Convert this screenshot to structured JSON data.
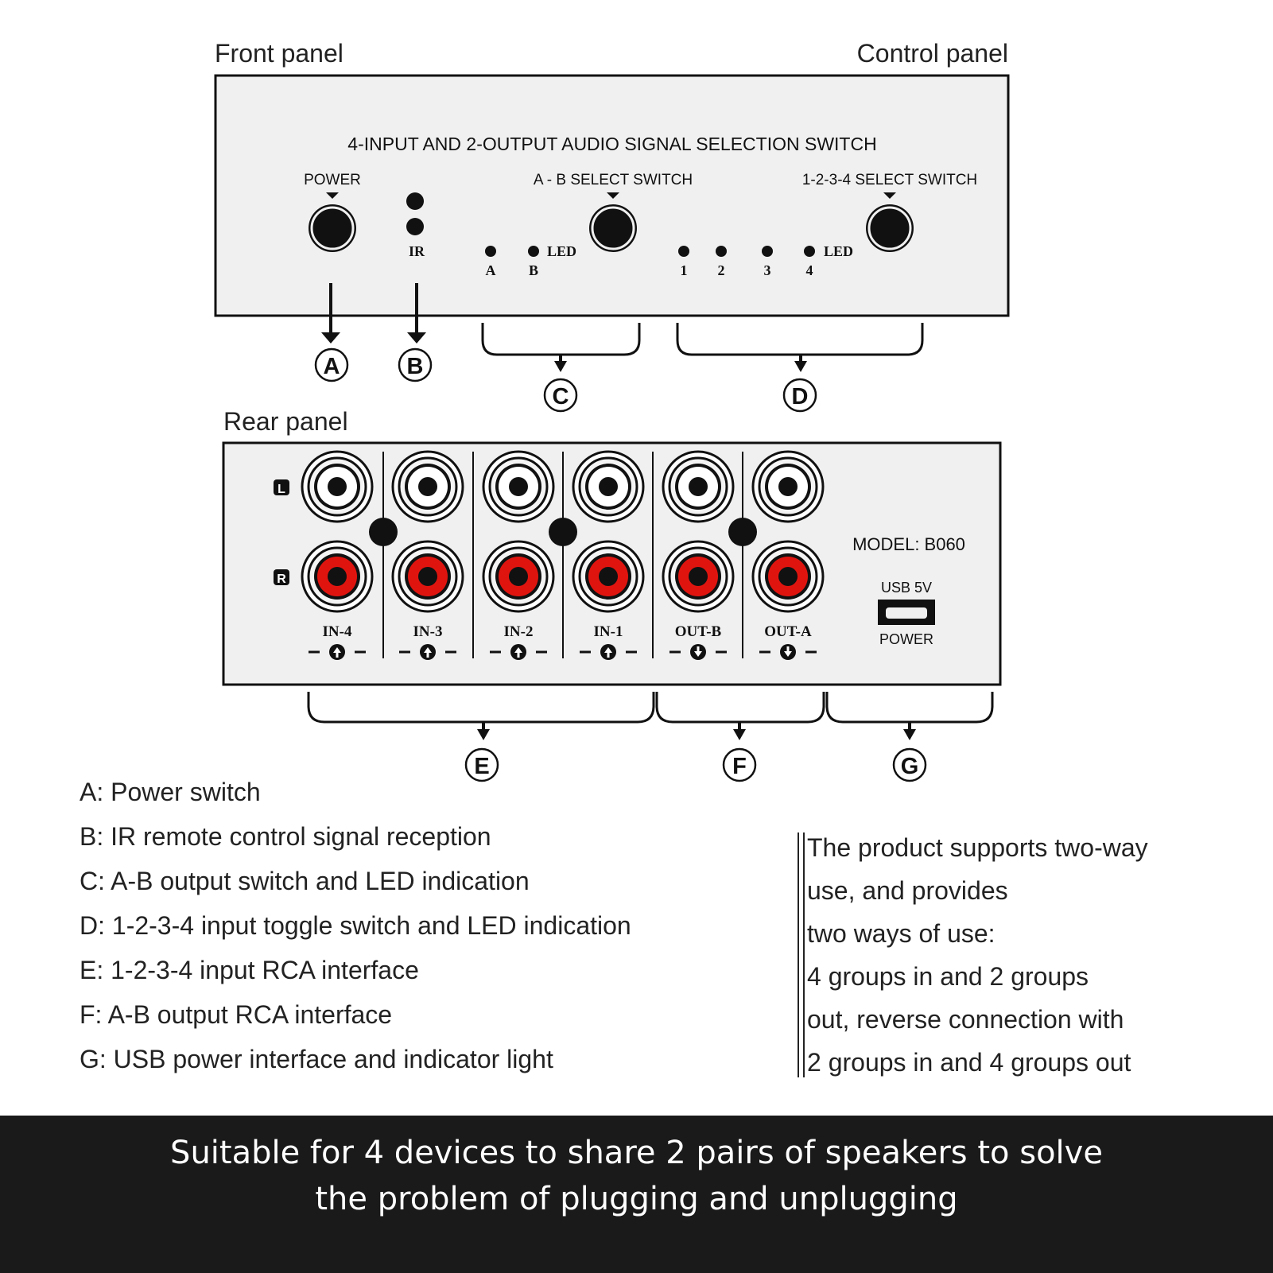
{
  "front_panel": {
    "front_label": "Front panel",
    "control_label": "Control panel",
    "title": "4-INPUT AND 2-OUTPUT AUDIO SIGNAL SELECTION SWITCH",
    "power_label": "POWER",
    "ir_label": "IR",
    "ab_switch_label": "A - B SELECT SWITCH",
    "input_switch_label": "1-2-3-4 SELECT SWITCH",
    "led_label": "LED",
    "ab_led_labels": [
      "A",
      "B"
    ],
    "input_led_labels": [
      "1",
      "2",
      "3",
      "4"
    ]
  },
  "rear_panel": {
    "label": "Rear panel",
    "left_channel": "L",
    "right_channel": "R",
    "jacks": [
      "IN-4",
      "IN-3",
      "IN-2",
      "IN-1",
      "OUT-B",
      "OUT-A"
    ],
    "model": "MODEL: B060",
    "usb_label": "USB 5V",
    "power_label": "POWER",
    "left_jack_color": "#ffffff",
    "right_jack_color": "#e0140f"
  },
  "callouts": [
    "A",
    "B",
    "C",
    "D",
    "E",
    "F",
    "G"
  ],
  "legend": [
    "A: Power switch",
    "B: IR remote control signal reception",
    "C: A-B output switch and LED indication",
    "D: 1-2-3-4 input toggle switch and LED indication",
    "E: 1-2-3-4 input RCA interface",
    "F: A-B output RCA interface",
    "G: USB power interface and indicator light"
  ],
  "note": [
    "The product supports two-way",
    "use, and provides",
    "two ways of use:",
    "4 groups in and 2 groups",
    "out, reverse connection with",
    "2 groups in and 4 groups out"
  ],
  "banner": [
    "Suitable for 4 devices to share 2 pairs of speakers to solve",
    "the problem of plugging and unplugging"
  ]
}
